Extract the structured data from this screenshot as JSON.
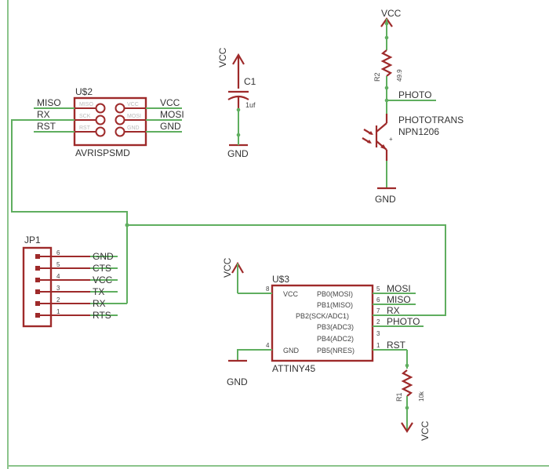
{
  "power": {
    "vcc": "VCC",
    "gnd": "GND"
  },
  "c1": {
    "ref": "C1",
    "value": "1uf"
  },
  "r2": {
    "ref": "R2",
    "value": "49.9"
  },
  "r1": {
    "ref": "R1",
    "value": "10k"
  },
  "phototrans": {
    "net": "PHOTO",
    "name": "PHOTOTRANS",
    "value": "NPN1206"
  },
  "u2": {
    "ref": "U$2",
    "name": "AVRISPSMD",
    "left_nets": [
      "MISO",
      "RX",
      "RST"
    ],
    "right_nets": [
      "VCC",
      "MOSI",
      "GND"
    ],
    "left_pins": [
      "MISO",
      "SCK",
      "RST"
    ],
    "right_pins": [
      "VCC",
      "MOSI",
      "GND"
    ]
  },
  "jp1": {
    "ref": "JP1",
    "pins": [
      {
        "num": "6",
        "net": "GND"
      },
      {
        "num": "5",
        "net": "CTS"
      },
      {
        "num": "4",
        "net": "VCC"
      },
      {
        "num": "3",
        "net": "TX"
      },
      {
        "num": "2",
        "net": "RX"
      },
      {
        "num": "1",
        "net": "RTS"
      }
    ]
  },
  "u3": {
    "ref": "U$3",
    "name": "ATTINY45",
    "vcc_pin": {
      "num": "8",
      "label": "VCC"
    },
    "gnd_pin": {
      "num": "4",
      "label": "GND"
    },
    "pins": [
      {
        "label": "PB0(MOSI)",
        "num": "5",
        "net": "MOSI"
      },
      {
        "label": "PB1(MISO)",
        "num": "6",
        "net": "MISO"
      },
      {
        "label": "PB2(SCK/ADC1)",
        "num": "7",
        "net": "RX"
      },
      {
        "label": "PB3(ADC3)",
        "num": "2",
        "net": "PHOTO"
      },
      {
        "label": "PB4(ADC2)",
        "num": "3",
        "net": ""
      },
      {
        "label": "PB5(NRES)",
        "num": "1",
        "net": "RST"
      }
    ]
  }
}
